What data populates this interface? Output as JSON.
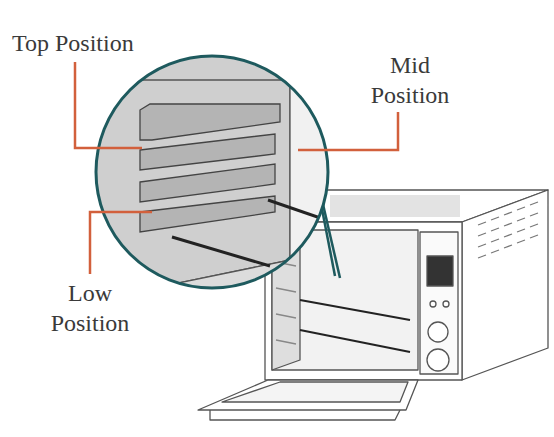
{
  "diagram": {
    "labels": [
      "Top Position",
      "Mid Position",
      "Low Position"
    ]
  }
}
